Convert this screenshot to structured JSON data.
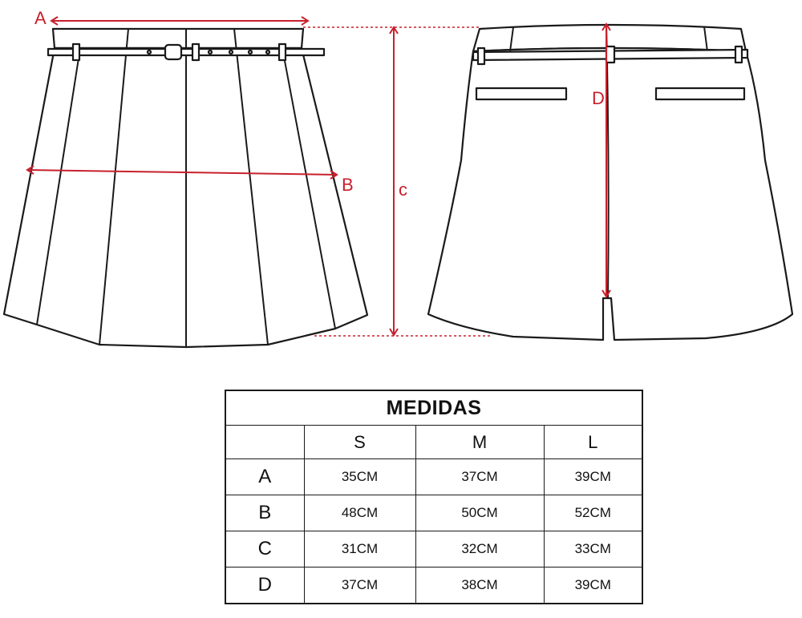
{
  "diagram": {
    "labels": {
      "a": "A",
      "b": "B",
      "c": "c",
      "d": "D"
    }
  },
  "table": {
    "title": "MEDIDAS",
    "sizes": [
      "S",
      "M",
      "L"
    ],
    "rows": [
      {
        "key": "A",
        "values": [
          "35CM",
          "37CM",
          "39CM"
        ]
      },
      {
        "key": "B",
        "values": [
          "48CM",
          "50CM",
          "52CM"
        ]
      },
      {
        "key": "C",
        "values": [
          "31CM",
          "32CM",
          "33CM"
        ]
      },
      {
        "key": "D",
        "values": [
          "37CM",
          "38CM",
          "39CM"
        ]
      }
    ]
  },
  "colors": {
    "measure": "#c8202c",
    "outline": "#1a1a1a"
  }
}
